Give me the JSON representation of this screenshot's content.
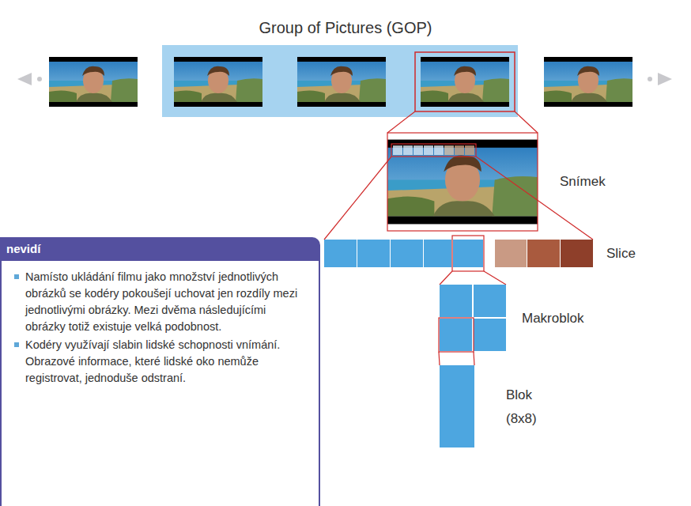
{
  "diagram": {
    "title": "Group of Pictures (GOP)",
    "nodes": [
      {
        "text": [
          "nevidí",
          "Namísto ukládání filmu jako množství jednotlivých obrázků se kodéry pokoušejí uchovat jen rozdíly mezi jednotlivými obrázky. Mezi dvěma následujícími obrázky totiž existuje velká podobnost.",
          "Kodéry využívají slabin lidské schopnosti vnímání. Obrazové informace, které lidské oko nemůže registrovat, jednoduše odstraní."
        ]
      }
    ],
    "labels": [
      "Snímek",
      "Slice",
      "Makroblok",
      "Blok (8x8)"
    ]
  }
}
